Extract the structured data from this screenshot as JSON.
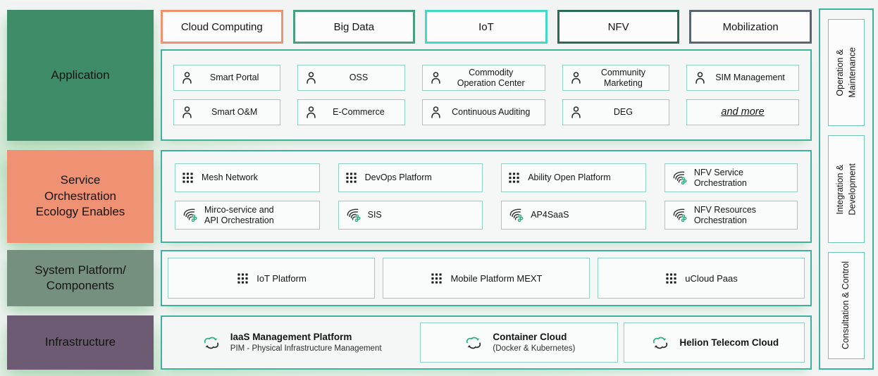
{
  "left_sections": [
    {
      "label": "Application",
      "color": "#3f8d68"
    },
    {
      "label": "Service\nOrchestration\nEcology Enables",
      "color": "#ef9173"
    },
    {
      "label": "System Platform/\nComponents",
      "color": "#75907f"
    },
    {
      "label": "Infrastructure",
      "color": "#6d5a73"
    }
  ],
  "categories": [
    {
      "label": "Cloud Computing",
      "border_color": "#f0916f"
    },
    {
      "label": "Big Data",
      "border_color": "#4a9d81"
    },
    {
      "label": "IoT",
      "border_color": "#44d8c6"
    },
    {
      "label": "NFV",
      "border_color": "#2d6a52"
    },
    {
      "label": "Mobilization",
      "border_color": "#5a6572"
    }
  ],
  "application": {
    "columns": [
      {
        "items": [
          {
            "icon": "person-icon",
            "label": "Smart Portal"
          },
          {
            "icon": "person-icon",
            "label": "Smart O&M"
          }
        ]
      },
      {
        "items": [
          {
            "icon": "person-icon",
            "label": "OSS"
          },
          {
            "icon": "person-icon",
            "label": "E-Commerce"
          }
        ]
      },
      {
        "items": [
          {
            "icon": "person-icon",
            "label": "Commodity\nOperation Center"
          },
          {
            "icon": "person-icon",
            "label": "Continuous Auditing"
          }
        ]
      },
      {
        "items": [
          {
            "icon": "person-icon",
            "label": "Community\nMarketing"
          },
          {
            "icon": "person-icon",
            "label": "DEG"
          }
        ]
      },
      {
        "items": [
          {
            "icon": "person-icon",
            "label": "SIM Management"
          },
          {
            "icon": "",
            "label": "and more"
          }
        ]
      }
    ]
  },
  "services": {
    "columns": [
      {
        "items": [
          {
            "icon": "grid-icon",
            "label": "Mesh Network"
          },
          {
            "icon": "orchestration-icon",
            "label": "Mirco-service and\nAPI Orchestration"
          }
        ]
      },
      {
        "items": [
          {
            "icon": "grid-icon",
            "label": "DevOps Platform"
          },
          {
            "icon": "orchestration-icon",
            "label": "SIS"
          }
        ]
      },
      {
        "items": [
          {
            "icon": "grid-icon",
            "label": "Ability Open Platform"
          },
          {
            "icon": "orchestration-icon",
            "label": "AP4SaaS"
          }
        ]
      },
      {
        "items": [
          {
            "icon": "orchestration-icon",
            "label": "NFV Service\nOrchestration"
          },
          {
            "icon": "orchestration-icon",
            "label": "NFV Resources\nOrchestration"
          }
        ]
      }
    ]
  },
  "platforms": {
    "items": [
      {
        "icon": "grid-icon",
        "label": "IoT Platform"
      },
      {
        "icon": "grid-icon",
        "label": "Mobile Platform MEXT"
      },
      {
        "icon": "grid-icon",
        "label": "uCloud Paas"
      }
    ]
  },
  "infrastructure": {
    "items": [
      {
        "icon": "cloud-cycle-icon",
        "title": "IaaS Management Platform",
        "subtitle": "PIM - Physical Infrastructure Management"
      },
      {
        "icon": "cloud-cycle-icon",
        "title": "Container Cloud",
        "subtitle": "(Docker & Kubernetes)"
      },
      {
        "icon": "cloud-cycle-icon",
        "title": "Helion Telecom Cloud",
        "subtitle": ""
      }
    ]
  },
  "right_rail": {
    "items": [
      {
        "label": "Operation &\nMaintenance"
      },
      {
        "label": "Integration &\nDevelopment"
      },
      {
        "label": "Consultation & Control"
      }
    ]
  },
  "colors": {
    "panel_border": "#3fb19c",
    "item_border": "#8fd2c4",
    "accent_green_dot": "#2fae85",
    "background": "#f2f4f3"
  }
}
